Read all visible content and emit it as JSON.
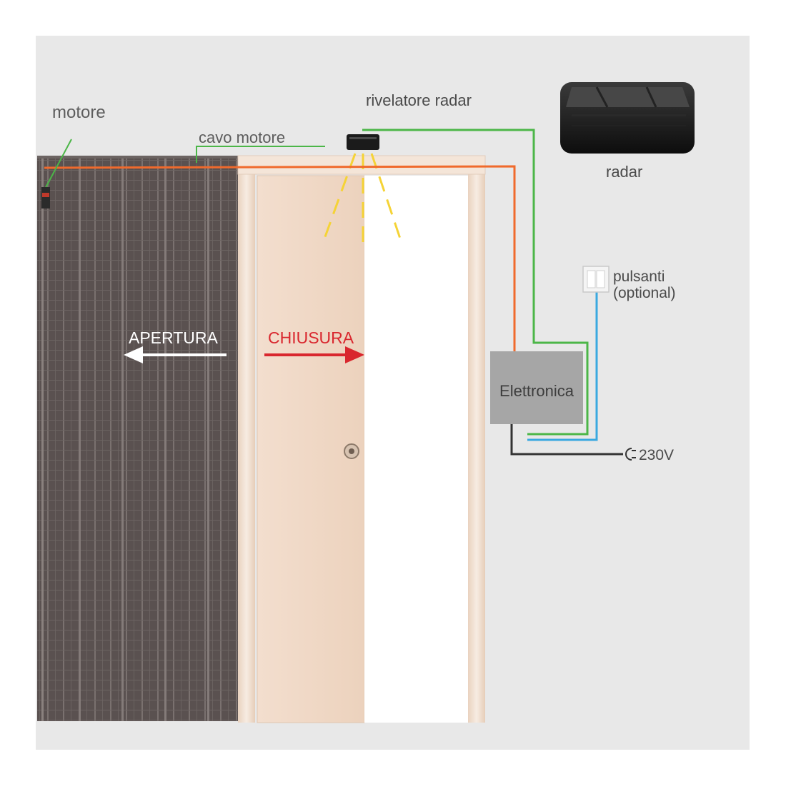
{
  "labels": {
    "motore": "motore",
    "cavo_motore": "cavo motore",
    "rivelatore_radar": "rivelatore radar",
    "radar": "radar",
    "pulsanti_line1": "pulsanti",
    "pulsanti_line2": "(optional)",
    "apertura": "APERTURA",
    "chiusura": "CHIUSURA",
    "elettronica": "Elettronica",
    "voltage": "230V"
  },
  "colors": {
    "background": "#e8e8e8",
    "motor_cable": "#f06a2c",
    "radar_cable": "#4cb648",
    "button_cable": "#3aa9e0",
    "power_cable": "#333333",
    "radar_beam": "#f5d336",
    "door": "#f1d9c6",
    "door_frame": "#f4e5d8",
    "mesh_door": "#5b5250",
    "electronics_box": "#a6a6a6",
    "arrow_open": "#ffffff",
    "arrow_close": "#d9272e"
  },
  "icons": {
    "radar_device": "radar-unit-icon",
    "radar_sensor": "radar-sensor-icon",
    "button_panel": "push-button-icon",
    "plug": "power-plug-icon",
    "door_knob": "door-knob-icon"
  }
}
